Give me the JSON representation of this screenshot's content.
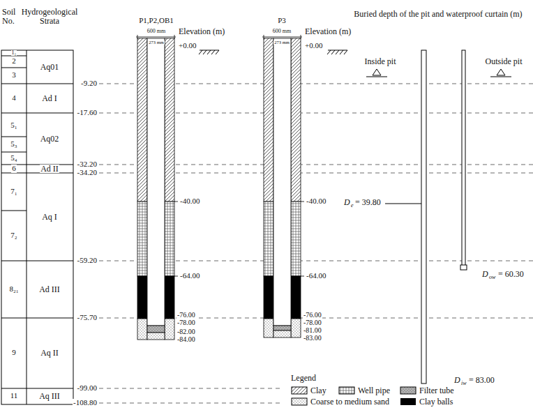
{
  "diagram": {
    "labels": [
      "Soil No.",
      "Hydrogeological Strata",
      "1₁",
      "2",
      "3",
      "4",
      "5₁",
      "5₃",
      "5₄",
      "6",
      "7₁",
      "7₂",
      "8₂₁",
      "9",
      "11",
      "Aq01",
      "Ad I",
      "Aq02",
      "Ad II",
      "Aq I",
      "Ad III",
      "Aq II",
      "Aq III",
      "-9.20",
      "-17.60",
      "-32.20",
      "-34.20",
      "-59.20",
      "-75.70",
      "-99.00",
      "-108.80",
      "P1,P2,OB1",
      "600 mm",
      "273 mm",
      "Elevation (m)",
      "+0.00",
      "-40.00",
      "-64.00",
      "-76.00",
      "-78.00",
      "-82.00",
      "-84.00",
      "P3",
      "600 mm",
      "273 mm",
      "Elevation (m)",
      "+0.00",
      "-40.00",
      "-64.00",
      "-76.00",
      "-78.00",
      "-81.00",
      "-83.00",
      "Buried depth of the pit and waterproof curtain (m)",
      "Inside pit",
      "Outside pit",
      "D",
      "e",
      "= 39.80",
      "D",
      "ow",
      "= 60.30",
      "D",
      "iw",
      "= 83.00",
      "Legend"
    ],
    "legend": [
      {
        "text": "Clay"
      },
      {
        "text": "Well pipe"
      },
      {
        "text": "Filter tube"
      },
      {
        "text": "Coarse to medium sand"
      },
      {
        "text": "Clay balls",
        "color": "#000000"
      }
    ]
  }
}
